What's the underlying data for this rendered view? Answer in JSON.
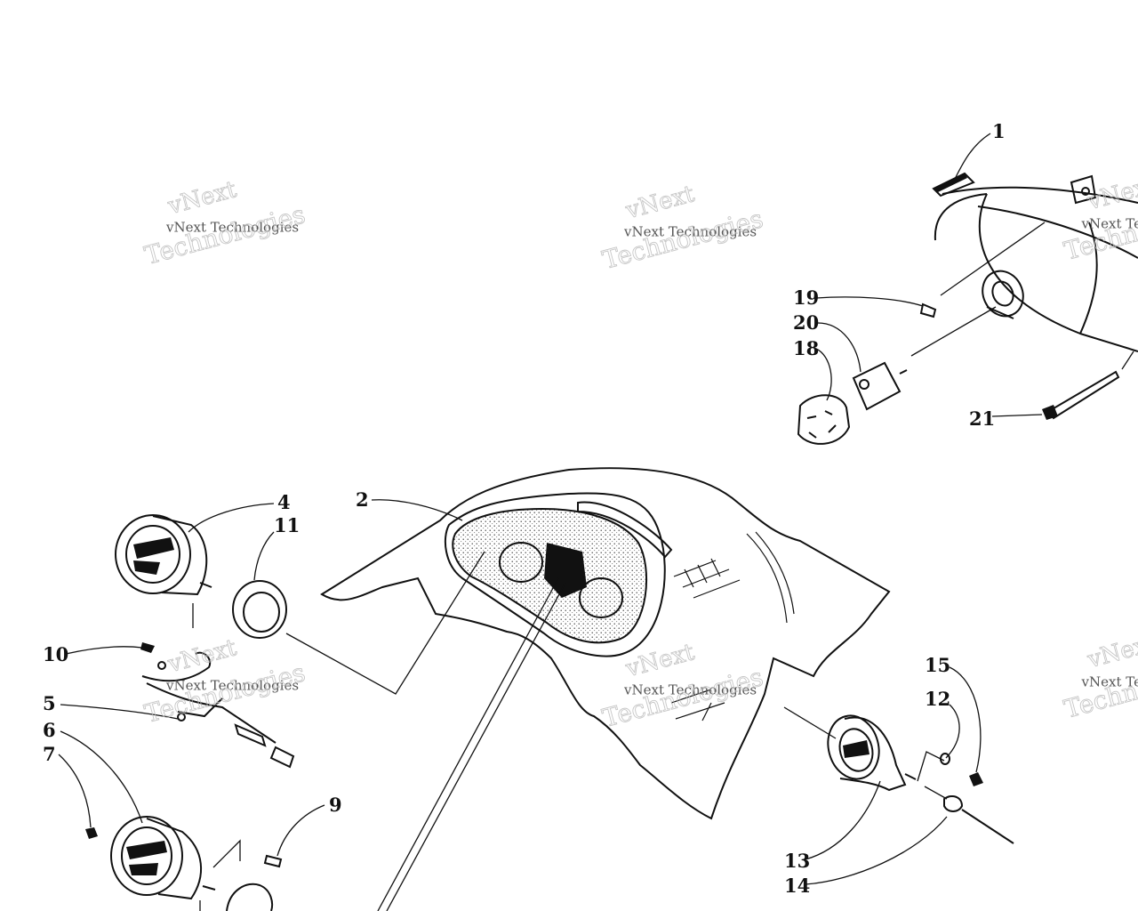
{
  "callouts": [
    {
      "id": "c1",
      "label": "1"
    },
    {
      "id": "c2",
      "label": "2"
    },
    {
      "id": "c4",
      "label": "4"
    },
    {
      "id": "c5",
      "label": "5"
    },
    {
      "id": "c6",
      "label": "6"
    },
    {
      "id": "c7",
      "label": "7"
    },
    {
      "id": "c9",
      "label": "9"
    },
    {
      "id": "c10",
      "label": "10"
    },
    {
      "id": "c11",
      "label": "11"
    },
    {
      "id": "c12",
      "label": "12"
    },
    {
      "id": "c13",
      "label": "13"
    },
    {
      "id": "c14",
      "label": "14"
    },
    {
      "id": "c15",
      "label": "15"
    },
    {
      "id": "c18",
      "label": "18"
    },
    {
      "id": "c19",
      "label": "19"
    },
    {
      "id": "c20",
      "label": "20"
    },
    {
      "id": "c21",
      "label": "21"
    }
  ],
  "watermark": {
    "line1": "vNext",
    "line2": "vNext Technologies",
    "line3": "Technologies"
  }
}
